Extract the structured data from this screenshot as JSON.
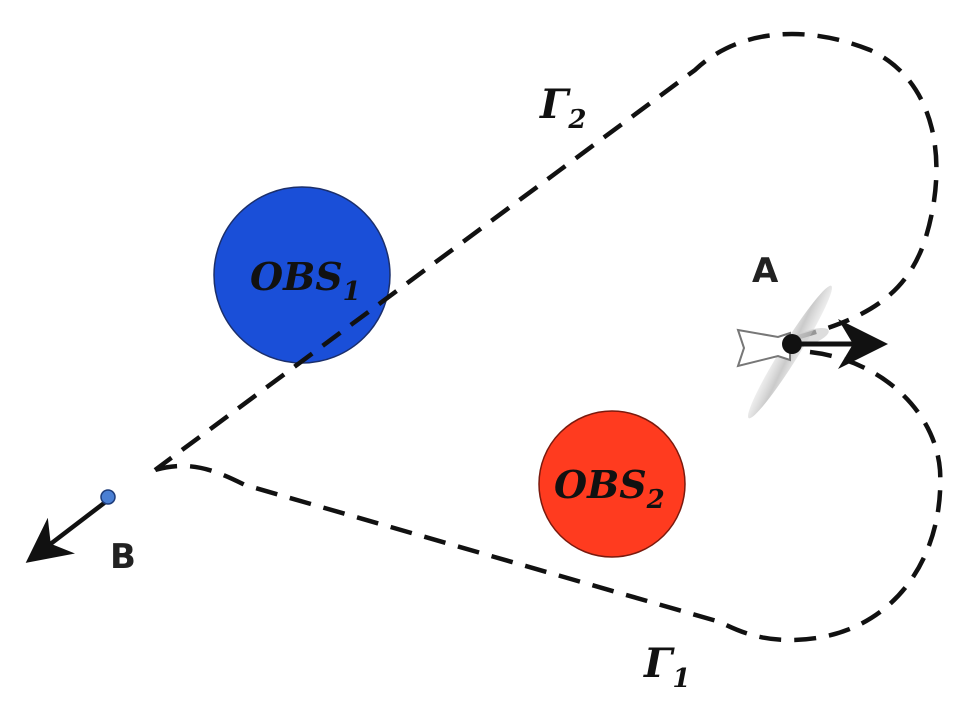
{
  "obstacles": [
    {
      "id": "OBS1",
      "base": "OBS",
      "sub": "1",
      "color": "#1a4fd8"
    },
    {
      "id": "OBS2",
      "base": "OBS",
      "sub": "2",
      "color": "#ff3b1f"
    }
  ],
  "paths": [
    {
      "id": "gamma-1",
      "base": "Γ",
      "sub": "1"
    },
    {
      "id": "gamma-2",
      "base": "Γ",
      "sub": "2"
    }
  ],
  "points": {
    "start": {
      "label": "A"
    },
    "goal": {
      "label": "B",
      "color": "#4a7fd4"
    }
  },
  "colors": {
    "path": "#111111",
    "arrow": "#111111"
  },
  "icons": [
    "drone-icon",
    "heading-arrow-icon"
  ]
}
